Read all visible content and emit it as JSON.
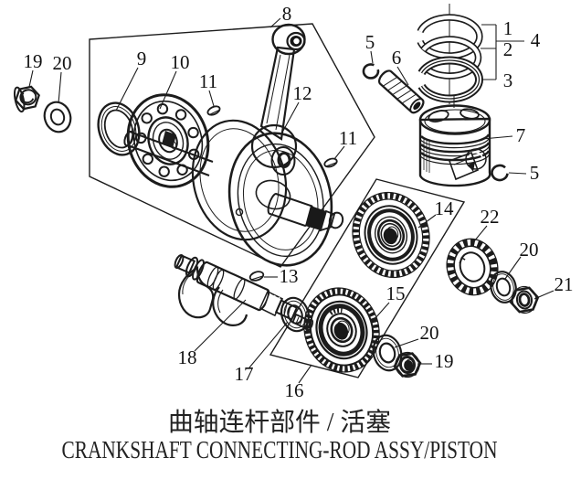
{
  "titles": {
    "chinese": "曲轴连杆部件 / 活塞",
    "english": "CRANKSHAFT CONNECTING-ROD ASSY/PISTON"
  },
  "callouts": {
    "connecting_rod": "8",
    "nut_left": "19",
    "washer_left": "20",
    "oil_seal": "9",
    "bearing": "10",
    "key_upper": "11",
    "crankshaft": "12",
    "key_lower": "11",
    "circlip_top": "5",
    "piston_pin": "6",
    "ring_top": "1",
    "ring_second": "2",
    "ring_oil": "3",
    "ring_set": "4",
    "piston": "7",
    "circlip_side": "5",
    "gear_timing": "14",
    "gear_small": "22",
    "washer_right": "20",
    "nut_right": "21",
    "gear_drive": "15",
    "washer_mid": "20",
    "nut_mid": "19",
    "key_balance": "13",
    "gear_group": "16",
    "washer_balance": "17",
    "balance_shaft": "18"
  }
}
